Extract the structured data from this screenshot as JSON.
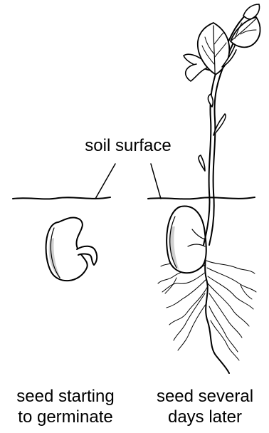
{
  "labels": {
    "soil_surface": "soil surface"
  },
  "captions": {
    "left_line1": "seed starting",
    "left_line2": "to germinate",
    "right_line1": "seed several",
    "right_line2": "days later"
  },
  "colors": {
    "outline": "#000000",
    "seed_shadow": "#d0d0d0",
    "background": "#ffffff"
  }
}
